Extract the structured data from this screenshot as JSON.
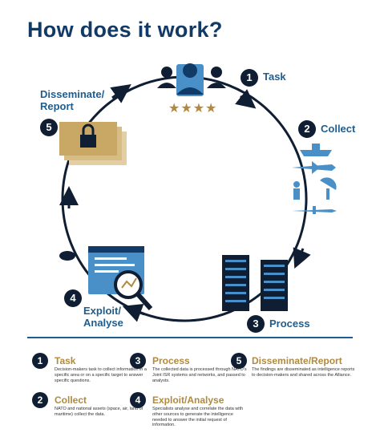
{
  "title": "How does it work?",
  "steps": [
    {
      "num": "1",
      "label": "Task"
    },
    {
      "num": "2",
      "label": "Collect"
    },
    {
      "num": "3",
      "label": "Process"
    },
    {
      "num": "4",
      "label": "Exploit/\nAnalyse"
    },
    {
      "num": "5",
      "label": "Disseminate/\nReport"
    }
  ],
  "legend": [
    {
      "num": "1",
      "title": "Task",
      "desc": "Decision-makers task to collect information in a specific area or on a specific target to answer specific questions."
    },
    {
      "num": "2",
      "title": "Collect",
      "desc": "NATO and national assets (space, air, land or maritime) collect the data."
    },
    {
      "num": "3",
      "title": "Process",
      "desc": "The collected data is processed through NATO's Joint ISR systems and networks, and passed to analysts."
    },
    {
      "num": "4",
      "title": "Exploit/Analyse",
      "desc": "Specialists analyse and correlate the data with other sources to generate the intelligence needed to answer the initial request of information."
    },
    {
      "num": "5",
      "title": "Disseminate/Report",
      "desc": "The findings are disseminated as intelligence reports to decision-makers and shared across the Alliance."
    }
  ],
  "colors": {
    "navy": "#101e33",
    "blue": "#1f5d8e",
    "gold": "#b08a3e",
    "light_blue": "#4a90c8"
  },
  "icons": [
    "people-icon",
    "stars-icon",
    "ship-icon",
    "aircraft-icon",
    "soldier-icon",
    "radar-icon",
    "drone-icon",
    "server-icon",
    "magnifier-icon",
    "world-map-icon",
    "padlock-folder-icon"
  ]
}
